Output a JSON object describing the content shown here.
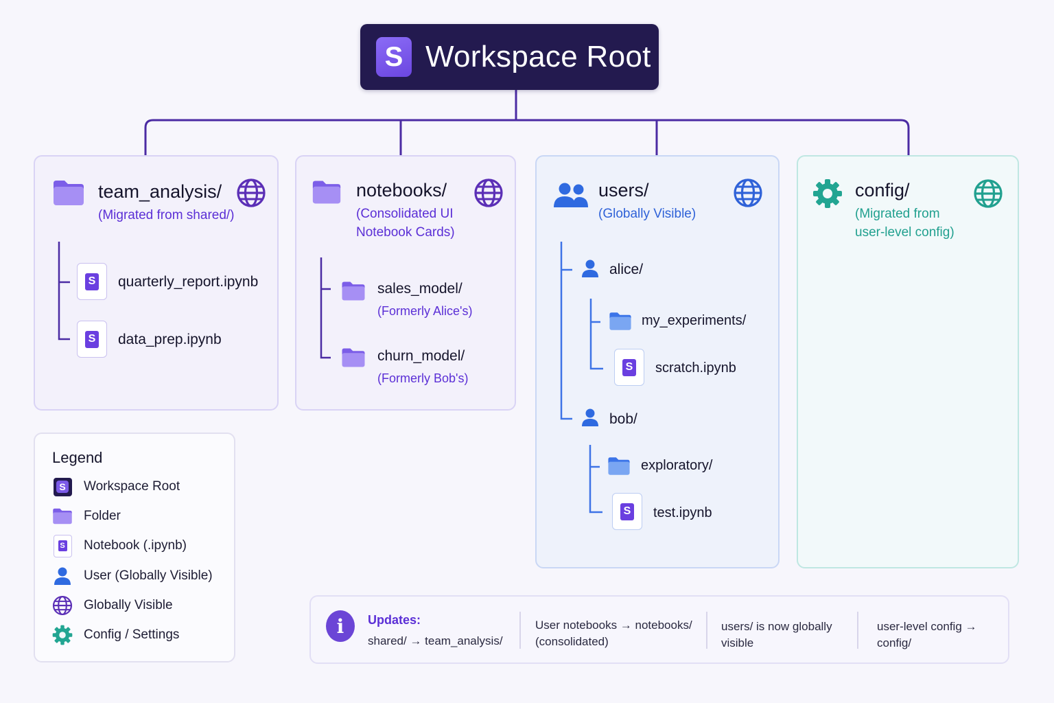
{
  "root": {
    "logo_letter": "S",
    "title": "Workspace Root"
  },
  "colors": {
    "root_bg": "#231a4f",
    "accent_purple": "#5b2fd6",
    "folder_purple": "#9b84f0",
    "user_blue": "#2f62d8",
    "config_teal": "#21a08f",
    "connector": "#4b2ba3"
  },
  "cards": {
    "team_analysis": {
      "title": "team_analysis/",
      "subtitle": "(Migrated from shared/)",
      "icon": "folder-icon",
      "badge_icon": "globe-icon",
      "children": [
        {
          "type": "notebook",
          "name": "quarterly_report.ipynb",
          "icon_letter": "S"
        },
        {
          "type": "notebook",
          "name": "data_prep.ipynb",
          "icon_letter": "S"
        }
      ]
    },
    "notebooks": {
      "title": "notebooks/",
      "subtitle_line1": "(Consolidated UI",
      "subtitle_line2": "Notebook Cards)",
      "icon": "folder-icon",
      "badge_icon": "globe-icon",
      "children": [
        {
          "type": "folder",
          "name": "sales_model/",
          "note": "(Formerly Alice's)"
        },
        {
          "type": "folder",
          "name": "churn_model/",
          "note": "(Formerly Bob's)"
        }
      ]
    },
    "users": {
      "title": "users/",
      "subtitle": "(Globally Visible)",
      "icon": "users-icon",
      "badge_icon": "globe-icon",
      "children": [
        {
          "type": "user",
          "name": "alice/",
          "children": [
            {
              "type": "folder",
              "name": "my_experiments/"
            },
            {
              "type": "notebook",
              "name": "scratch.ipynb",
              "icon_letter": "S"
            }
          ]
        },
        {
          "type": "user",
          "name": "bob/",
          "children": [
            {
              "type": "folder",
              "name": "exploratory/"
            },
            {
              "type": "notebook",
              "name": "test.ipynb",
              "icon_letter": "S"
            }
          ]
        }
      ]
    },
    "config": {
      "title": "config/",
      "subtitle_line1": "(Migrated from",
      "subtitle_line2": "user-level config)",
      "icon": "gear-icon",
      "badge_icon": "globe-icon"
    }
  },
  "legend": {
    "title": "Legend",
    "items": [
      {
        "icon": "workspace-root-icon",
        "label": "Workspace Root",
        "icon_letter": "S"
      },
      {
        "icon": "folder-icon",
        "label": "Folder"
      },
      {
        "icon": "notebook-icon",
        "label": "Notebook (.ipynb)",
        "icon_letter": "S"
      },
      {
        "icon": "user-icon",
        "label": "User (Globally Visible)"
      },
      {
        "icon": "globe-icon",
        "label": "Globally Visible"
      },
      {
        "icon": "gear-icon",
        "label": "Config / Settings"
      }
    ]
  },
  "updates": {
    "icon": "info-icon",
    "icon_glyph": "i",
    "title": "Updates:",
    "items": [
      {
        "line1": "shared/ → team_analysis/"
      },
      {
        "line1": "User notebooks → notebooks/",
        "line2": "(consolidated)"
      },
      {
        "line1": "users/ is now globally",
        "line2": "visible"
      },
      {
        "line1": "user-level config →",
        "line2": "config/"
      }
    ]
  }
}
